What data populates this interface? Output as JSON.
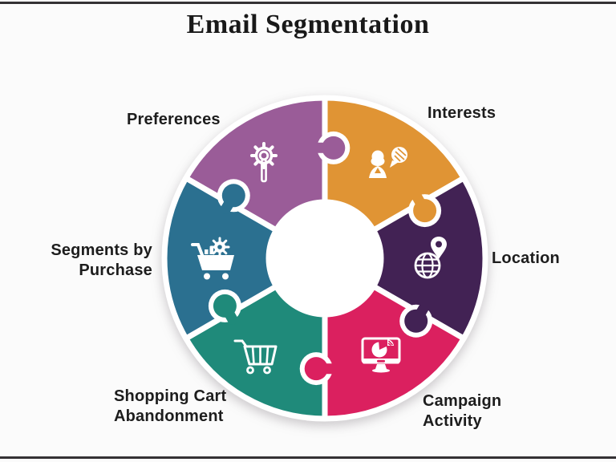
{
  "title": "Email Segmentation",
  "background": "#fbfbfb",
  "border_color": "#343134",
  "text_color": "#1d1d1d",
  "center_hole_color": "#ffffff",
  "icon_color": "#ffffff",
  "segments": [
    {
      "label": "Preferences",
      "color": "#9a5c98",
      "icon": "gear-wrench-icon",
      "position": "top-left"
    },
    {
      "label": "Interests",
      "color": "#e09434",
      "icon": "person-chat-icon",
      "position": "top-right"
    },
    {
      "label": "Location",
      "color": "#422254",
      "icon": "globe-pin-icon",
      "position": "right"
    },
    {
      "label": "Campaign Activity",
      "color": "#db205f",
      "icon": "monitor-pie-icon",
      "position": "bottom-right"
    },
    {
      "label": "Shopping Cart Abandonment",
      "color": "#1f8a7a",
      "icon": "shopping-cart-icon",
      "position": "bottom-left"
    },
    {
      "label": "Segments by Purchase",
      "color": "#2b7090",
      "icon": "cart-gear-icon",
      "position": "left"
    }
  ]
}
